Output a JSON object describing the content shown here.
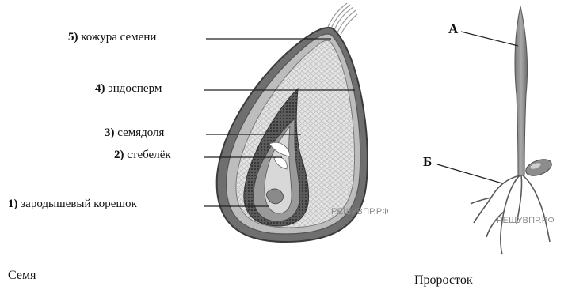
{
  "seed": {
    "caption": "Семя",
    "labels": [
      {
        "num": "5)",
        "text": "кожура семени"
      },
      {
        "num": "4)",
        "text": "эндосперм"
      },
      {
        "num": "3)",
        "text": "семядоля"
      },
      {
        "num": "2)",
        "text": "стебелёк"
      },
      {
        "num": "1)",
        "text": "зародышевый корешок"
      }
    ],
    "watermark": "РЕШУВПР.РФ"
  },
  "sprout": {
    "caption": "Проросток",
    "letter_a": "А",
    "letter_b": "Б",
    "watermark": "РЕШУВПР.РФ"
  }
}
